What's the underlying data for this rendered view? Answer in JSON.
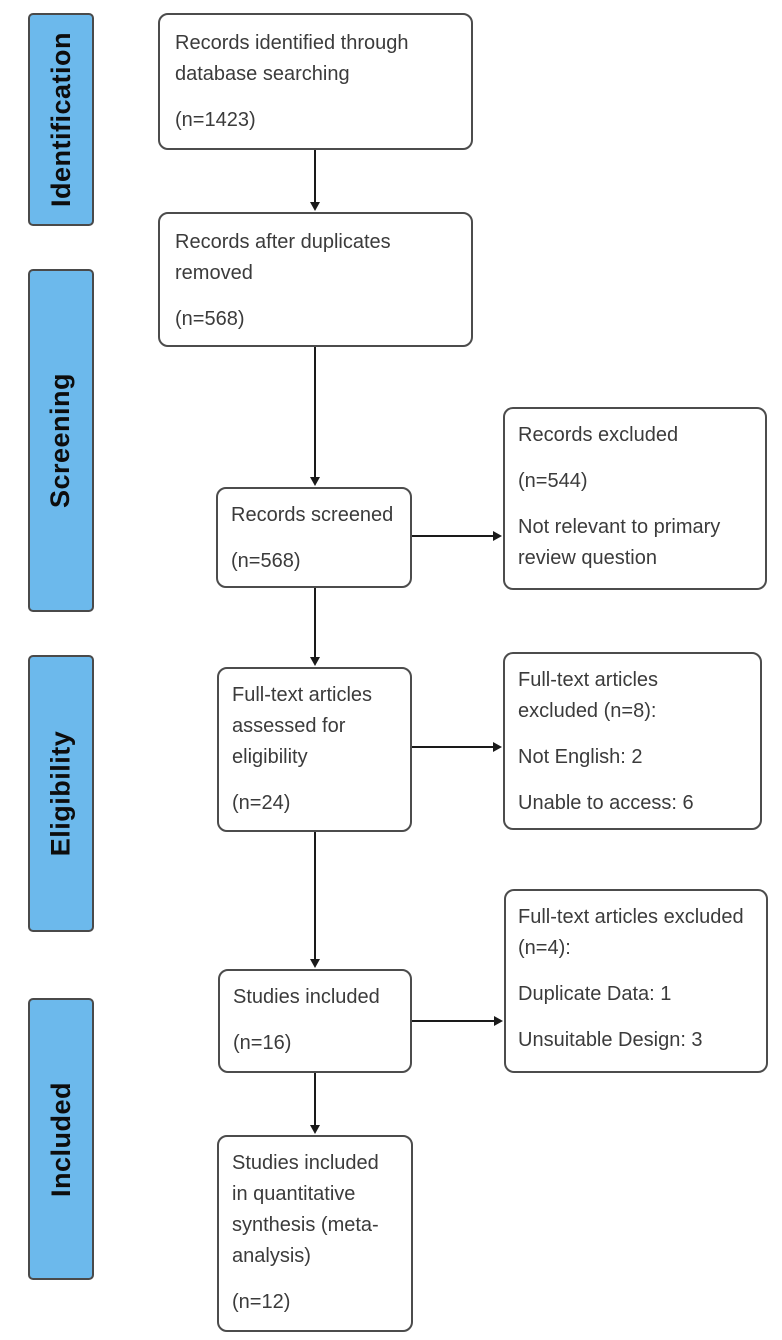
{
  "stages": [
    {
      "label": "Identification"
    },
    {
      "label": "Screening"
    },
    {
      "label": "Eligibility"
    },
    {
      "label": "Included"
    }
  ],
  "main_boxes": [
    {
      "text": "Records identified through database searching",
      "count": "(n=1423)"
    },
    {
      "text": "Records after duplicates removed",
      "count": "(n=568)"
    },
    {
      "text": "Records screened",
      "count": "(n=568)"
    },
    {
      "text": "Full-text articles assessed for eligibility",
      "count": "(n=24)"
    },
    {
      "text": "Studies included",
      "count": "(n=16)"
    },
    {
      "text": "Studies included in quantitative synthesis (meta-analysis)",
      "count": "(n=12)"
    }
  ],
  "side_boxes": [
    {
      "title": "Records excluded",
      "count": "(n=544)",
      "reason1": "Not relevant to primary review question"
    },
    {
      "title_line1": "Full-text articles",
      "title_line2": "excluded (n=8):",
      "reason1": "Not English: 2",
      "reason2": "Unable to access: 6"
    },
    {
      "title_line1": "Full-text articles excluded",
      "title_line2": "(n=4):",
      "reason1": "Duplicate Data: 1",
      "reason2": "Unsuitable Design: 3"
    }
  ],
  "colors": {
    "stage_fill": "#6cb9ec",
    "box_border": "#4c4c4c",
    "text": "#3b3b3b",
    "arrow": "#1a1a1a"
  }
}
